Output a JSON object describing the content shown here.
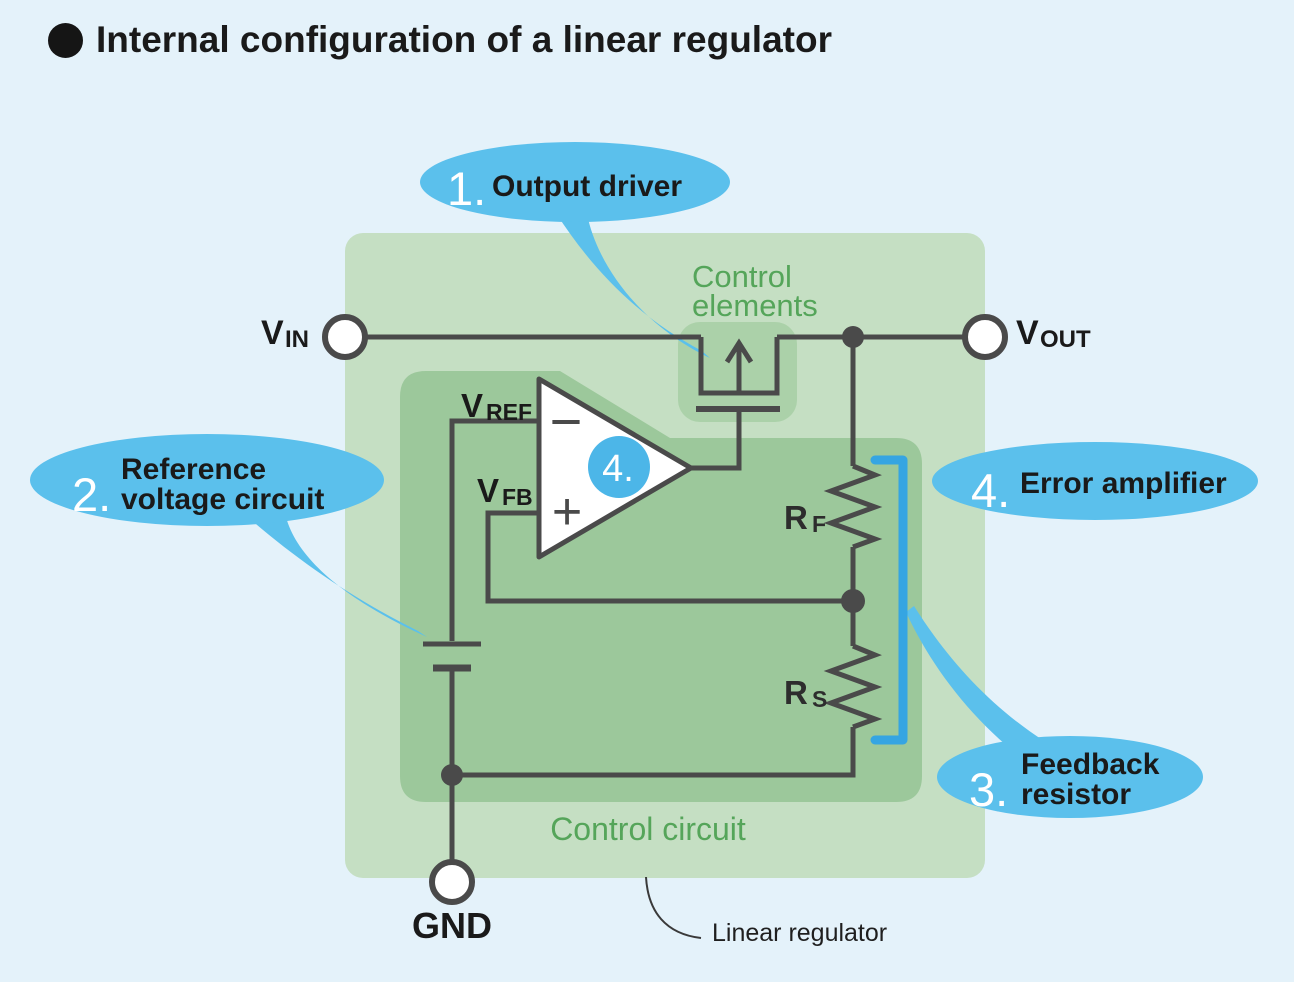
{
  "title": {
    "marker": "●",
    "text": "Internal configuration of a linear regulator"
  },
  "callouts": [
    {
      "number": "1.",
      "label": "Output driver"
    },
    {
      "number": "2.",
      "label_line1": "Reference",
      "label_line2": "voltage circuit"
    },
    {
      "number": "3.",
      "label_line1": "Feedback",
      "label_line2": "resistor"
    },
    {
      "number": "4.",
      "label": "Error amplifier"
    }
  ],
  "regions": {
    "control_elements": {
      "line1": "Control",
      "line2": "elements"
    },
    "control_circuit": {
      "label": "Control circuit"
    },
    "linear_regulator": {
      "label": "Linear regulator"
    }
  },
  "terminals": {
    "vin": {
      "main": "V",
      "sub": "IN"
    },
    "vout": {
      "main": "V",
      "sub": "OUT"
    },
    "gnd": {
      "label": "GND"
    }
  },
  "signals": {
    "vref": {
      "main": "V",
      "sub": "REF"
    },
    "vfb": {
      "main": "V",
      "sub": "FB"
    }
  },
  "resistors": {
    "rf": {
      "main": "R",
      "sub": "F"
    },
    "rs": {
      "main": "R",
      "sub": "S"
    }
  },
  "opamp": {
    "badge": "4.",
    "minus": "−",
    "plus": "+"
  },
  "colors": {
    "background": "#e4f2fa",
    "regulator_body_green": "#c5dfc3",
    "control_block_green": "#9cc89b",
    "control_elements_green": "#abd1a9",
    "green_text": "#55a55a",
    "wire_gray": "#4a4a4a",
    "callout_blue": "#5bc0ec",
    "badge_blue": "#4cb6e8",
    "bracket_blue": "#35a5e2",
    "text_black": "#1a1a1a"
  }
}
